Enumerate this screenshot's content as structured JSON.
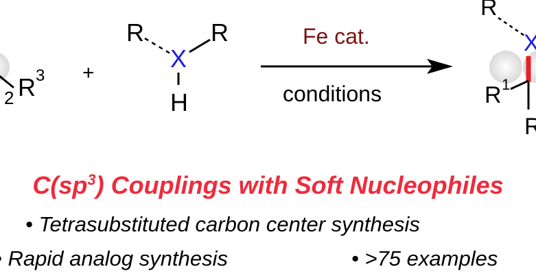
{
  "colors": {
    "heteroatom": "#1a1ae6",
    "catalyst": "#7a1414",
    "headline": "#ee2b3c",
    "new_bond": "#e8202a",
    "text": "#000000",
    "circle": "#d9d9d9"
  },
  "scheme": {
    "substrate": {
      "r3_main": "R",
      "r3_sup": "3",
      "subscript": "2"
    },
    "plus": "+",
    "nucleophile": {
      "r_left": "R",
      "r_right": "R",
      "atom": "X",
      "hydrogen": "H"
    },
    "arrow": {
      "above": "Fe cat.",
      "below": "conditions"
    },
    "product": {
      "r_top": "R",
      "atom": "X",
      "r1_main": "R",
      "r1_sup": "1",
      "r_bottom": "R"
    }
  },
  "headline": {
    "part1": "C(sp",
    "sup": "3",
    "part2": ") Couplings with Soft Nucleophiles"
  },
  "bullets": [
    "• Tetrasubstituted carbon center synthesis",
    "• Rapid analog synthesis",
    "• >75 examples"
  ]
}
